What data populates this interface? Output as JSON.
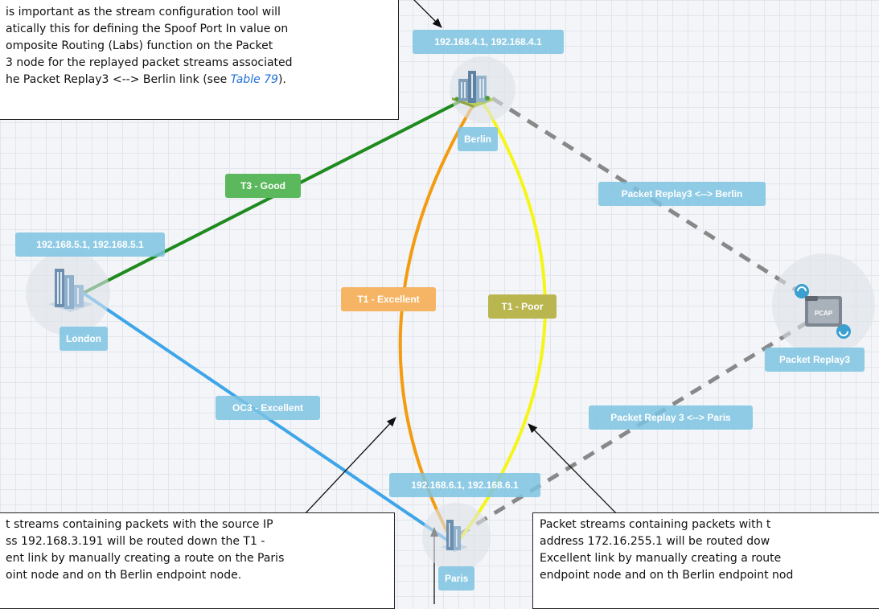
{
  "nodes": {
    "berlin": {
      "name": "Berlin",
      "address": "192.168.4.1, 192.168.4.1"
    },
    "london": {
      "name": "London",
      "address": "192.168.5.1, 192.168.5.1"
    },
    "paris": {
      "name": "Paris",
      "address": "192.168.6.1, 192.168.6.1"
    },
    "packet_replay": {
      "name": "Packet Replay3",
      "icon_text": "PCAP"
    }
  },
  "links": {
    "t3_good": {
      "label": "T3 - Good",
      "color": "#1f8a1f"
    },
    "oc3_excellent": {
      "label": "OC3 - Excellent",
      "color": "#3ea5e8"
    },
    "t1_excellent": {
      "label": "T1 - Excellent",
      "color": "#f39c12"
    },
    "t1_poor": {
      "label": "T1 - Poor",
      "color": "#f5f51a"
    },
    "replay_berlin": {
      "label": "Packet Replay3 <--> Berlin",
      "color": "#888888"
    },
    "replay_paris": {
      "label": "Packet Replay 3 <--> Paris",
      "color": "#888888"
    }
  },
  "callouts": {
    "top": {
      "lines": [
        "is important as the stream configuration tool will",
        "atically this for defining the Spoof Port In value on",
        "omposite Routing (Labs) function on the Packet",
        "3 node for the replayed packet streams associated"
      ],
      "last_prefix": "he Packet Replay3 <--> Berlin link (see ",
      "ref": "Table 79",
      "last_suffix": ")."
    },
    "bottom_left": {
      "lines": [
        "t streams containing packets with the source IP",
        "ss 192.168.3.191 will be routed down the T1 -",
        "ent link by manually creating a route on the Paris",
        "oint node and on th Berlin endpoint node."
      ]
    },
    "bottom_right": {
      "lines": [
        "Packet streams containing packets with t",
        "address 172.16.255.1 will be routed dow",
        "Excellent link by manually creating a route",
        "endpoint node and on th Berlin endpoint nod"
      ]
    }
  }
}
